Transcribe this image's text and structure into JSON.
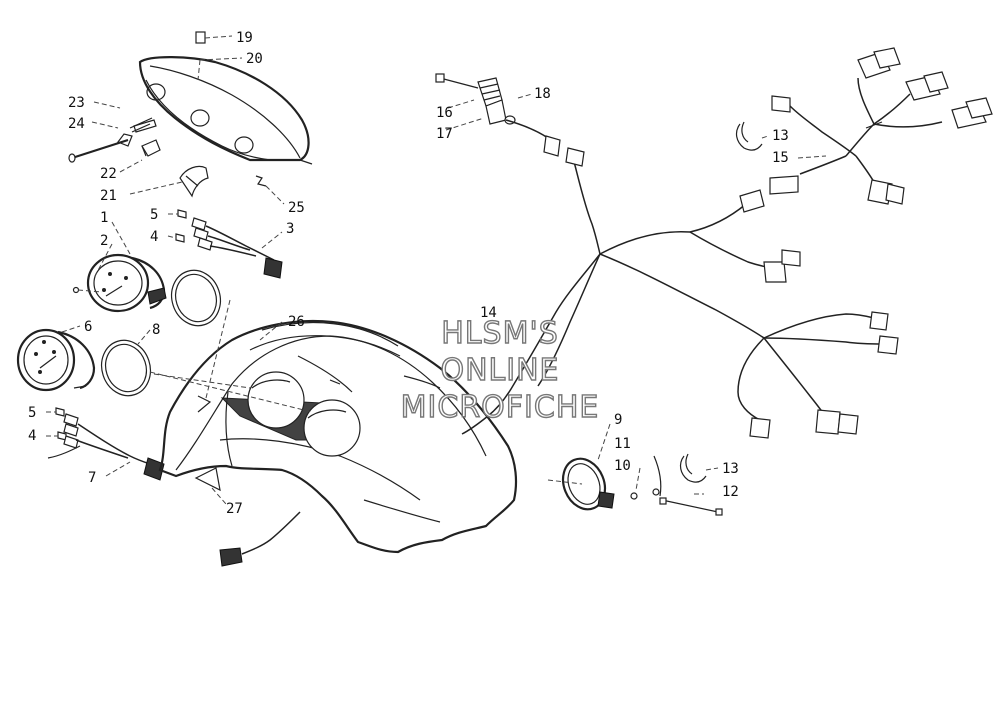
{
  "watermark": {
    "line1": "HLSM'S",
    "line2": "ONLINE",
    "line3": "MICROFICHE"
  },
  "callouts": [
    {
      "id": "c19",
      "label": "19"
    },
    {
      "id": "c20",
      "label": "20"
    },
    {
      "id": "c23",
      "label": "23"
    },
    {
      "id": "c24",
      "label": "24"
    },
    {
      "id": "c22",
      "label": "22"
    },
    {
      "id": "c21",
      "label": "21"
    },
    {
      "id": "c25",
      "label": "25"
    },
    {
      "id": "c1",
      "label": "1"
    },
    {
      "id": "c5a",
      "label": "5"
    },
    {
      "id": "c4a",
      "label": "4"
    },
    {
      "id": "c3",
      "label": "3"
    },
    {
      "id": "c2",
      "label": "2"
    },
    {
      "id": "c6",
      "label": "6"
    },
    {
      "id": "c8",
      "label": "8"
    },
    {
      "id": "c26",
      "label": "26"
    },
    {
      "id": "c5b",
      "label": "5"
    },
    {
      "id": "c4b",
      "label": "4"
    },
    {
      "id": "c7",
      "label": "7"
    },
    {
      "id": "c27",
      "label": "27"
    },
    {
      "id": "c16",
      "label": "16"
    },
    {
      "id": "c17",
      "label": "17"
    },
    {
      "id": "c18",
      "label": "18"
    },
    {
      "id": "c13a",
      "label": "13"
    },
    {
      "id": "c15",
      "label": "15"
    },
    {
      "id": "c14",
      "label": "14"
    },
    {
      "id": "c9",
      "label": "9"
    },
    {
      "id": "c11",
      "label": "11"
    },
    {
      "id": "c10",
      "label": "10"
    },
    {
      "id": "c13b",
      "label": "13"
    },
    {
      "id": "c12",
      "label": "12"
    }
  ]
}
